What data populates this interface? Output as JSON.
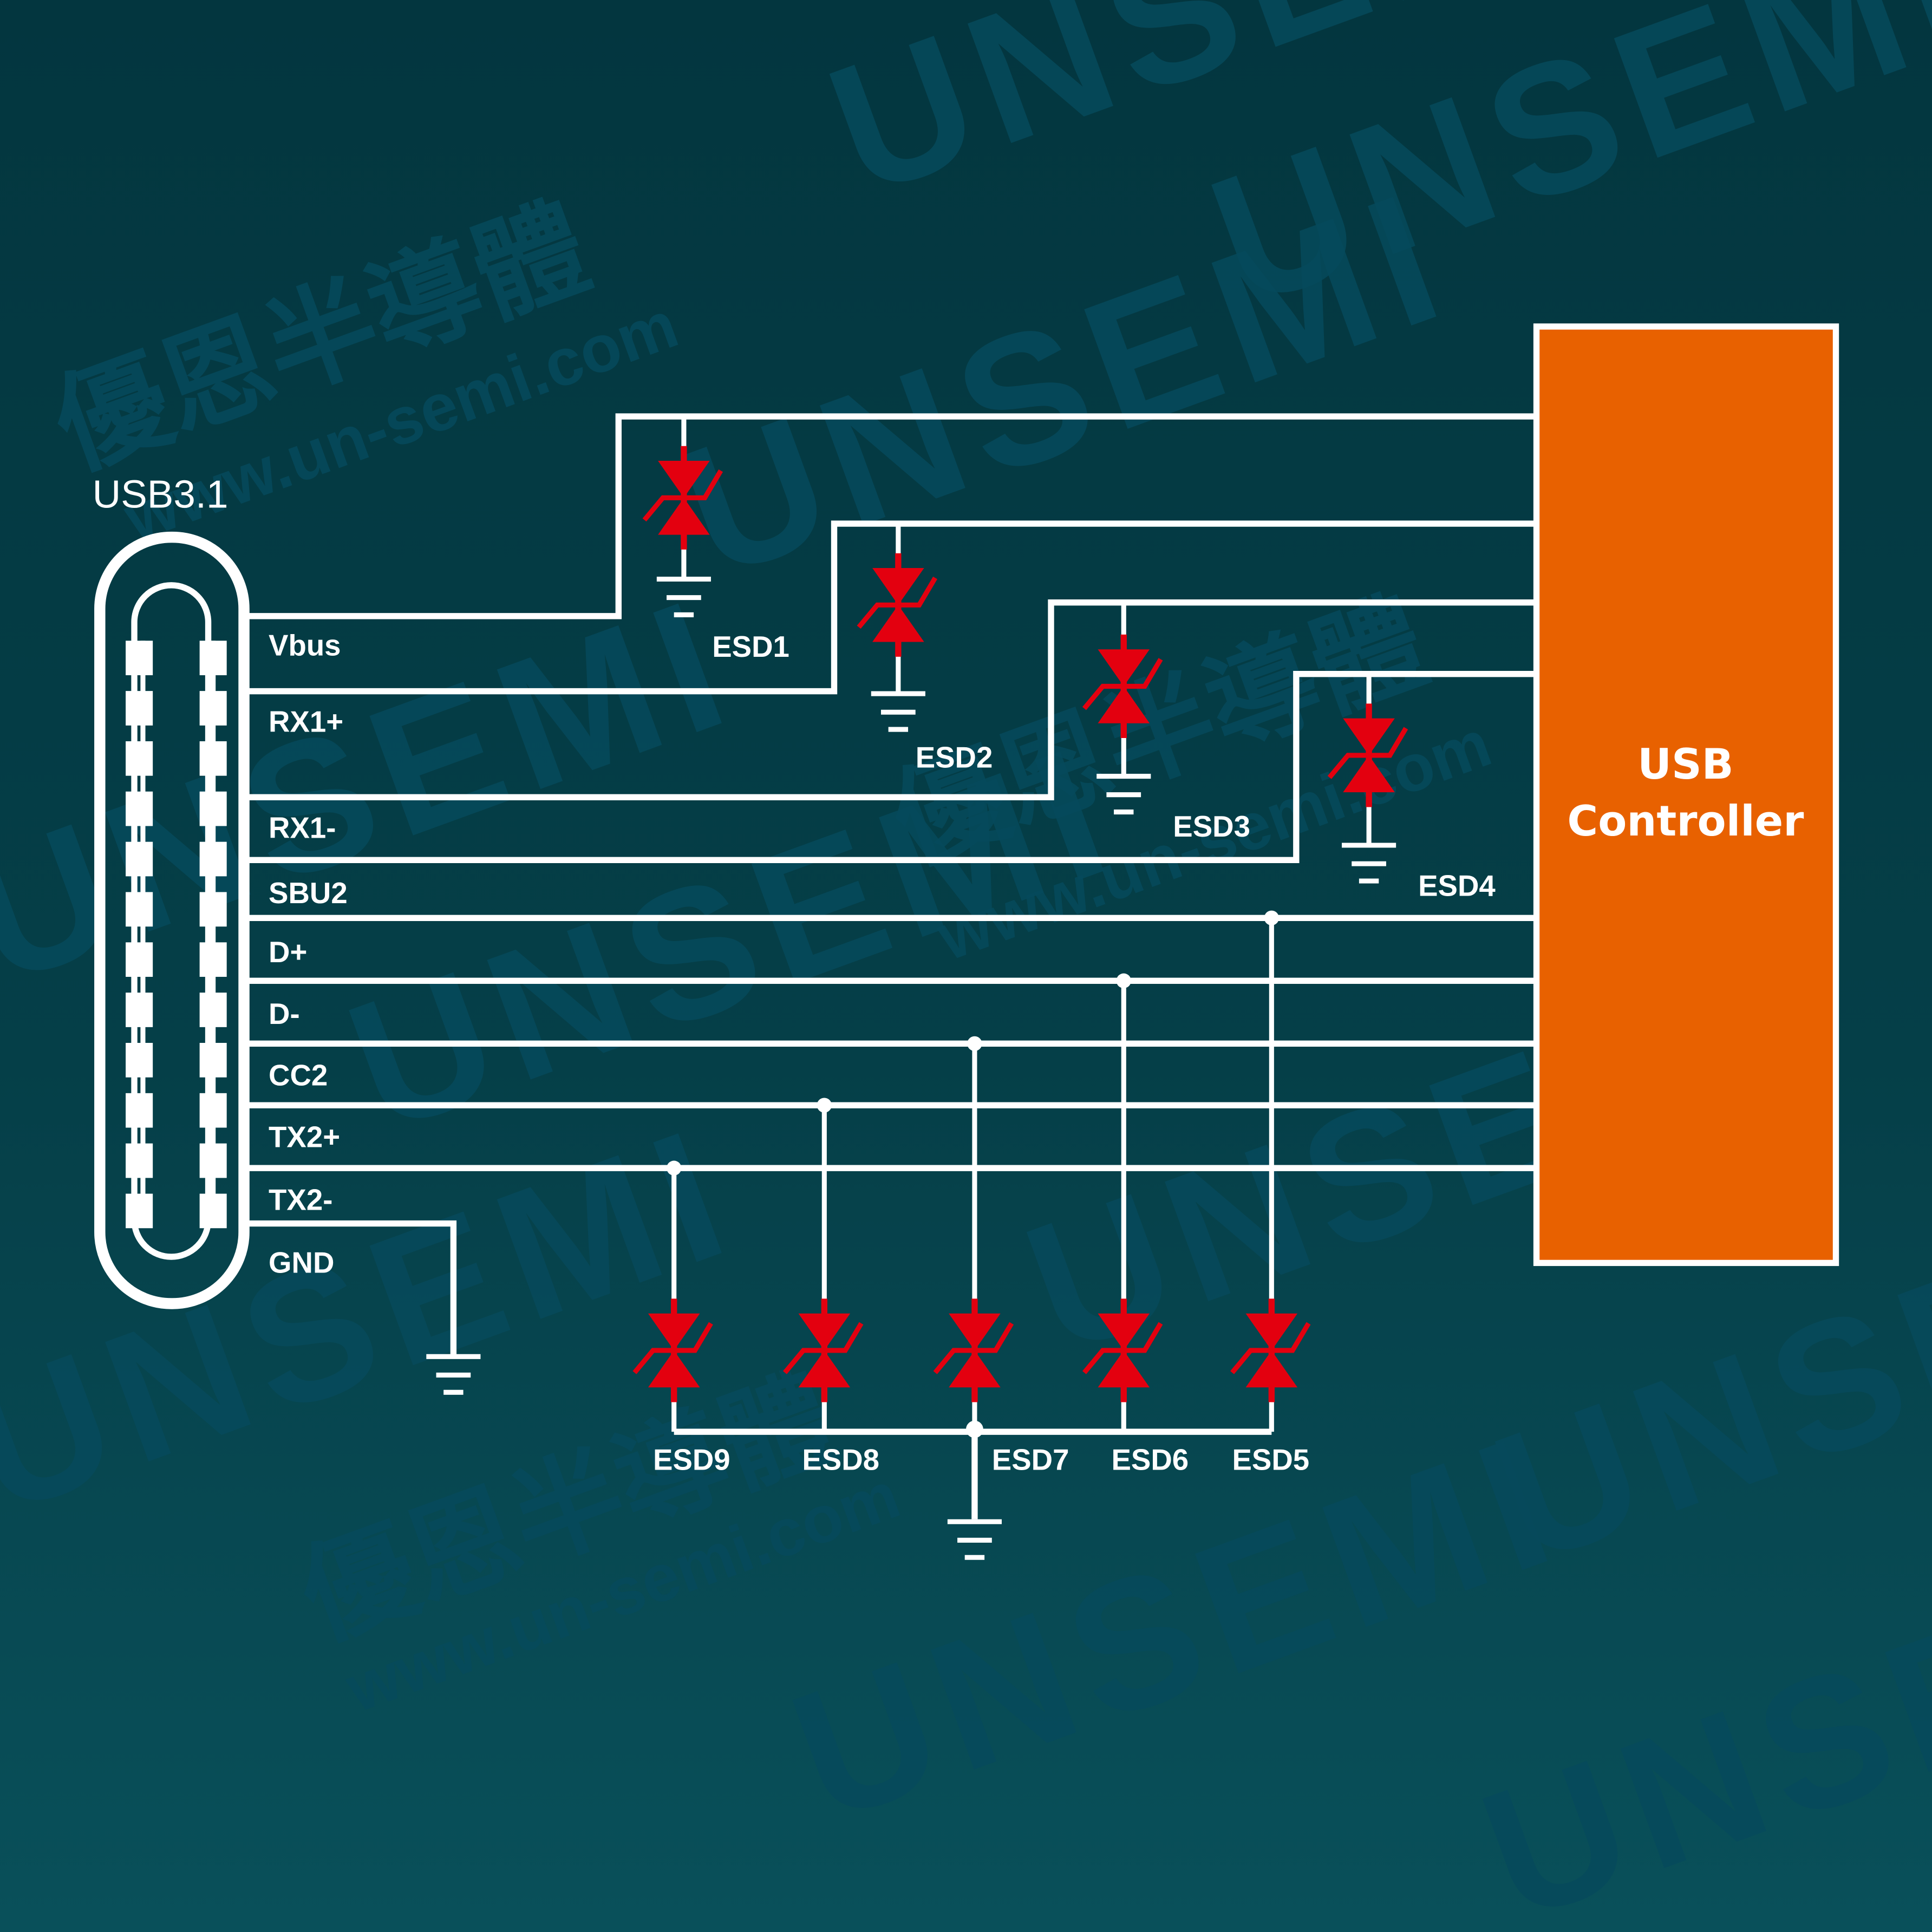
{
  "connector": {
    "title": "USB3.1"
  },
  "pins": [
    "Vbus",
    "RX1+",
    "RX1-",
    "SBU2",
    "D+",
    "D-",
    "CC2",
    "TX2+",
    "TX2-",
    "GND"
  ],
  "controller": {
    "line1": "USB",
    "line2": "Controller"
  },
  "esd_top": [
    "ESD1",
    "ESD2",
    "ESD3",
    "ESD4"
  ],
  "esd_bottom": [
    "ESD9",
    "ESD8",
    "ESD7",
    "ESD6",
    "ESD5"
  ],
  "watermark": {
    "brand": "UNSEMI",
    "cn": "優恩半導體",
    "url": "www.un-semi.com"
  },
  "colors": {
    "background": "#043b45",
    "wire": "#ffffff",
    "tvs": "#e3000f",
    "controller": "#e86100",
    "watermark": "#064a5c"
  }
}
